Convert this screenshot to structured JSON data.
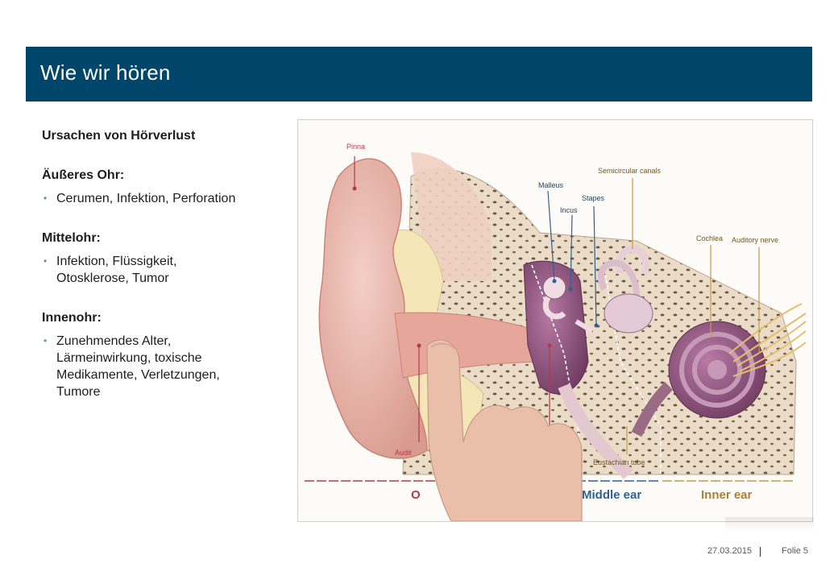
{
  "title": "Wie wir hören",
  "content": {
    "heading": "Ursachen von Hörverlust",
    "sections": [
      {
        "title": "Äußeres Ohr:",
        "lines": [
          "Cerumen, Infektion, Perforation"
        ]
      },
      {
        "title": "Mittelohr:",
        "lines": [
          "Infektion, Flüssigkeit,",
          "Otosklerose, Tumor"
        ]
      },
      {
        "title": "Innenohr:",
        "lines": [
          "Zunehmendes Alter,",
          "Lärmeinwirkung, toxische",
          "Medikamente, Verletzungen,",
          "Tumore"
        ]
      }
    ]
  },
  "figure": {
    "labels": {
      "pinna": "Pinna",
      "malleus": "Malleus",
      "incus": "Incus",
      "stapes": "Stapes",
      "semicircular": "Semicircular canals",
      "cochlea": "Cochlea",
      "auditory_nerve": "Auditory nerve",
      "eustachian": "Eustachian tube",
      "auditory_canal": "Audit"
    },
    "regions": {
      "outer": "O",
      "middle": "Middle ear",
      "inner": "Inner ear"
    },
    "colors": {
      "skin": "#e9b7ab",
      "bone": "#ebdcc8",
      "purple": "#8a4e78",
      "nerve": "#e2c070"
    }
  },
  "footer": {
    "date": "27.03.2015",
    "page": "Folie 5"
  }
}
